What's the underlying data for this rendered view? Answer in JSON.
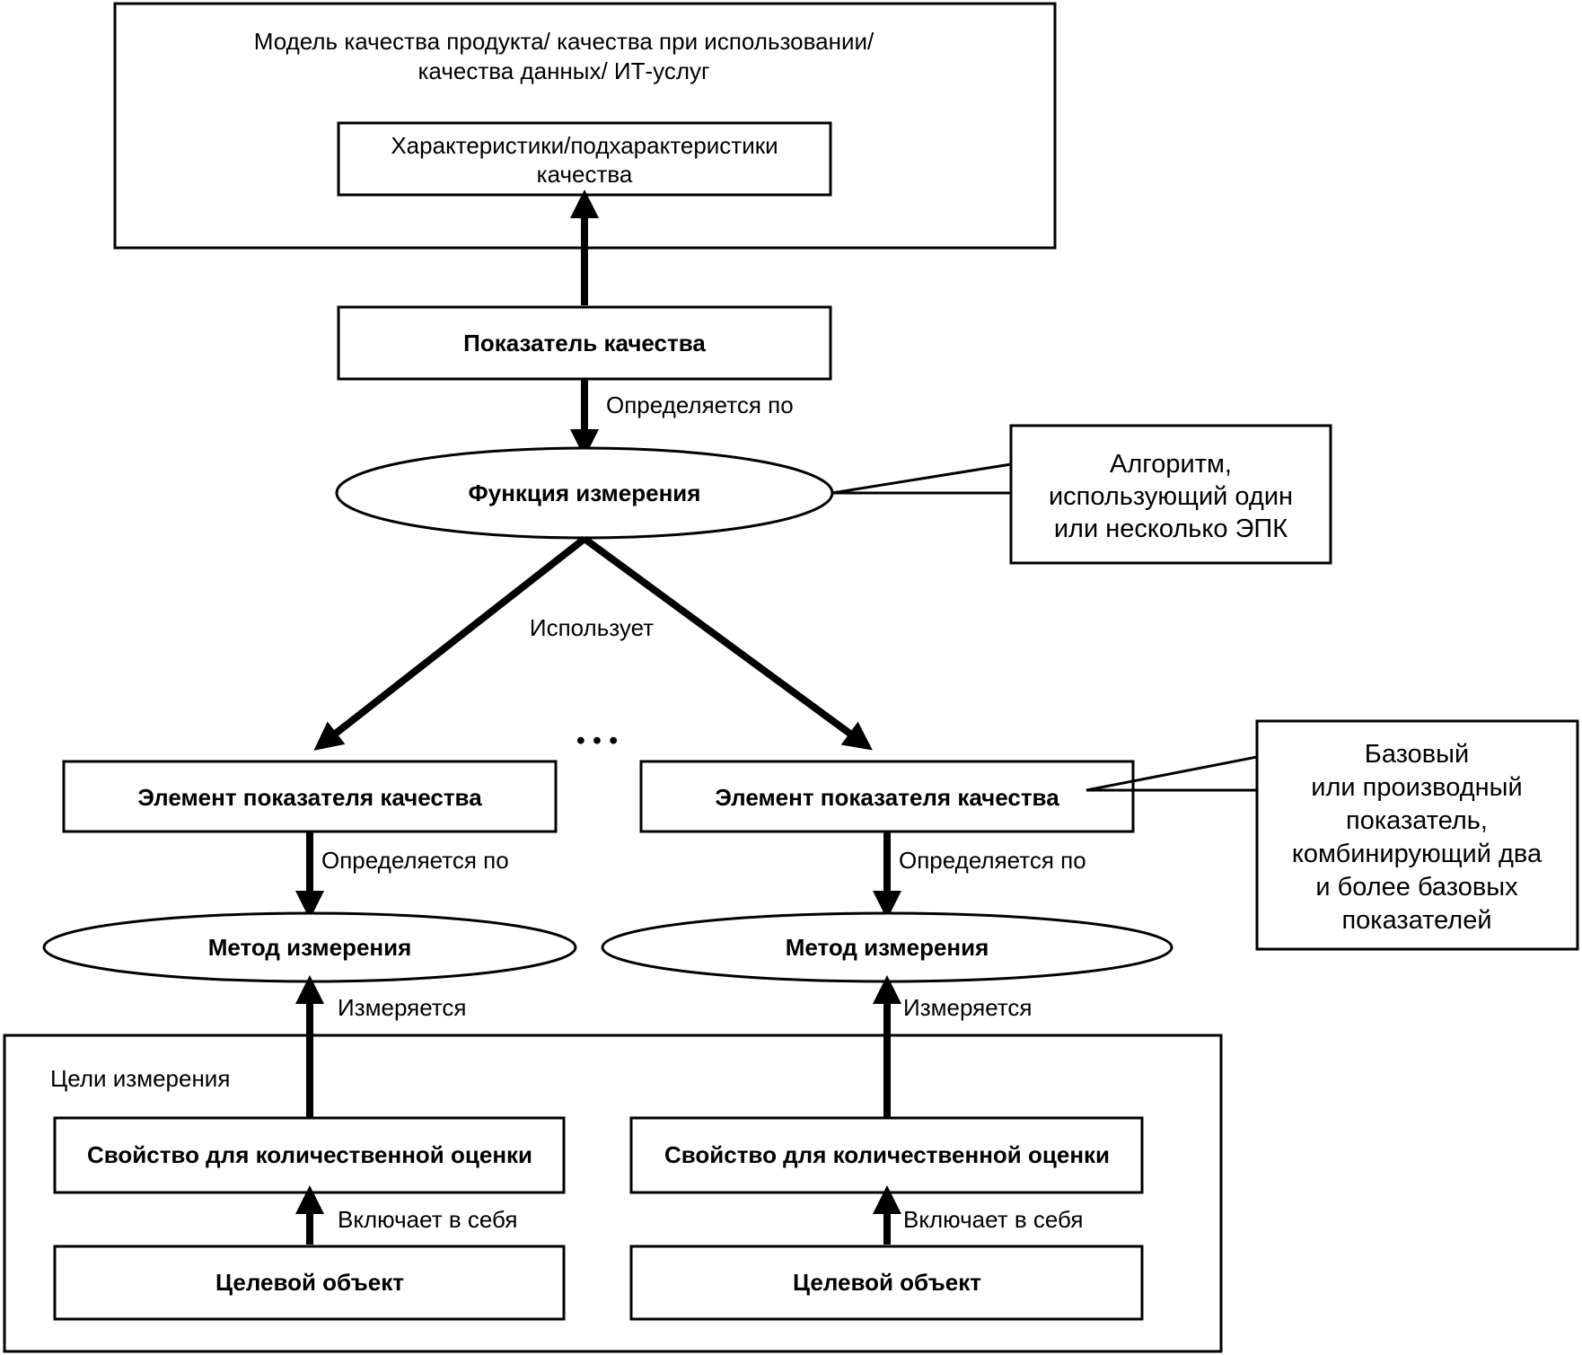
{
  "quality_model": {
    "title_line1": "Модель качества продукта/ качества при использовании/",
    "title_line2": "качества данных/ ИТ-услуг",
    "characteristics_line1": "Характеристики/подхарактеристики",
    "characteristics_line2": "качества"
  },
  "quality_measure": {
    "label": "Показатель качества"
  },
  "relations": {
    "defined_by": "Определяется по",
    "uses": "Использует",
    "measured": "Измеряется",
    "includes": "Включает в себя"
  },
  "measurement_function": {
    "label": "Функция измерения"
  },
  "callout_algorithm": {
    "line1": "Алгоритм,",
    "line2": "использующий один",
    "line3": "или несколько ЭПК"
  },
  "ellipsis": "• • •",
  "quality_measure_element": {
    "label": "Элемент показателя качества"
  },
  "callout_measure": {
    "line1": "Базовый",
    "line2": "или производный",
    "line3": "показатель,",
    "line4": "комбинирующий два",
    "line5": "и более базовых",
    "line6": "показателей"
  },
  "measurement_method": {
    "label": "Метод измерения"
  },
  "measurement_goals": {
    "label": "Цели измерения"
  },
  "property": {
    "label": "Свойство для количественной оценки"
  },
  "target_object": {
    "label": "Целевой объект"
  }
}
